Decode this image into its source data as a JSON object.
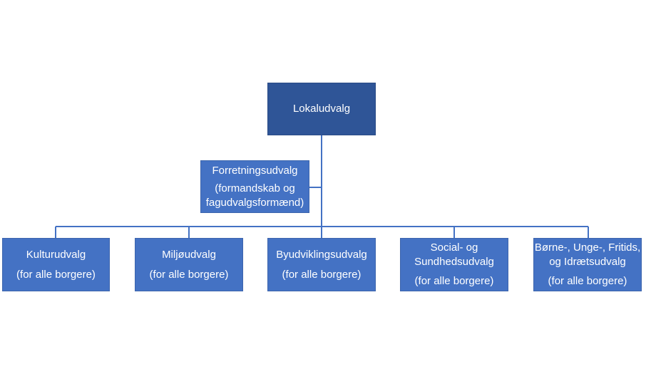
{
  "org_chart": {
    "top": {
      "label": "Lokaludvalg"
    },
    "assistant": {
      "line1": "Forretningsudvalg",
      "line2": "(formandskab og",
      "line3": "fagudvalgsformænd)"
    },
    "children": [
      {
        "name_line1": "Kulturudvalg",
        "name_line2": "",
        "sub": "(for alle borgere)"
      },
      {
        "name_line1": "Miljøudvalg",
        "name_line2": "",
        "sub": "(for alle borgere)"
      },
      {
        "name_line1": "Byudviklingsudvalg",
        "name_line2": "",
        "sub": "(for alle borgere)"
      },
      {
        "name_line1": "Social- og",
        "name_line2": "Sundhedsudvalg",
        "sub": "(for alle borgere)"
      },
      {
        "name_line1": "Børne-, Unge-, Fritids,",
        "name_line2": "og Idrætsudvalg",
        "sub": "(for alle borgere)"
      }
    ]
  },
  "colors": {
    "top_box": "#2f5597",
    "box": "#4472c4",
    "connector": "#4472c4",
    "text": "#ffffff"
  }
}
